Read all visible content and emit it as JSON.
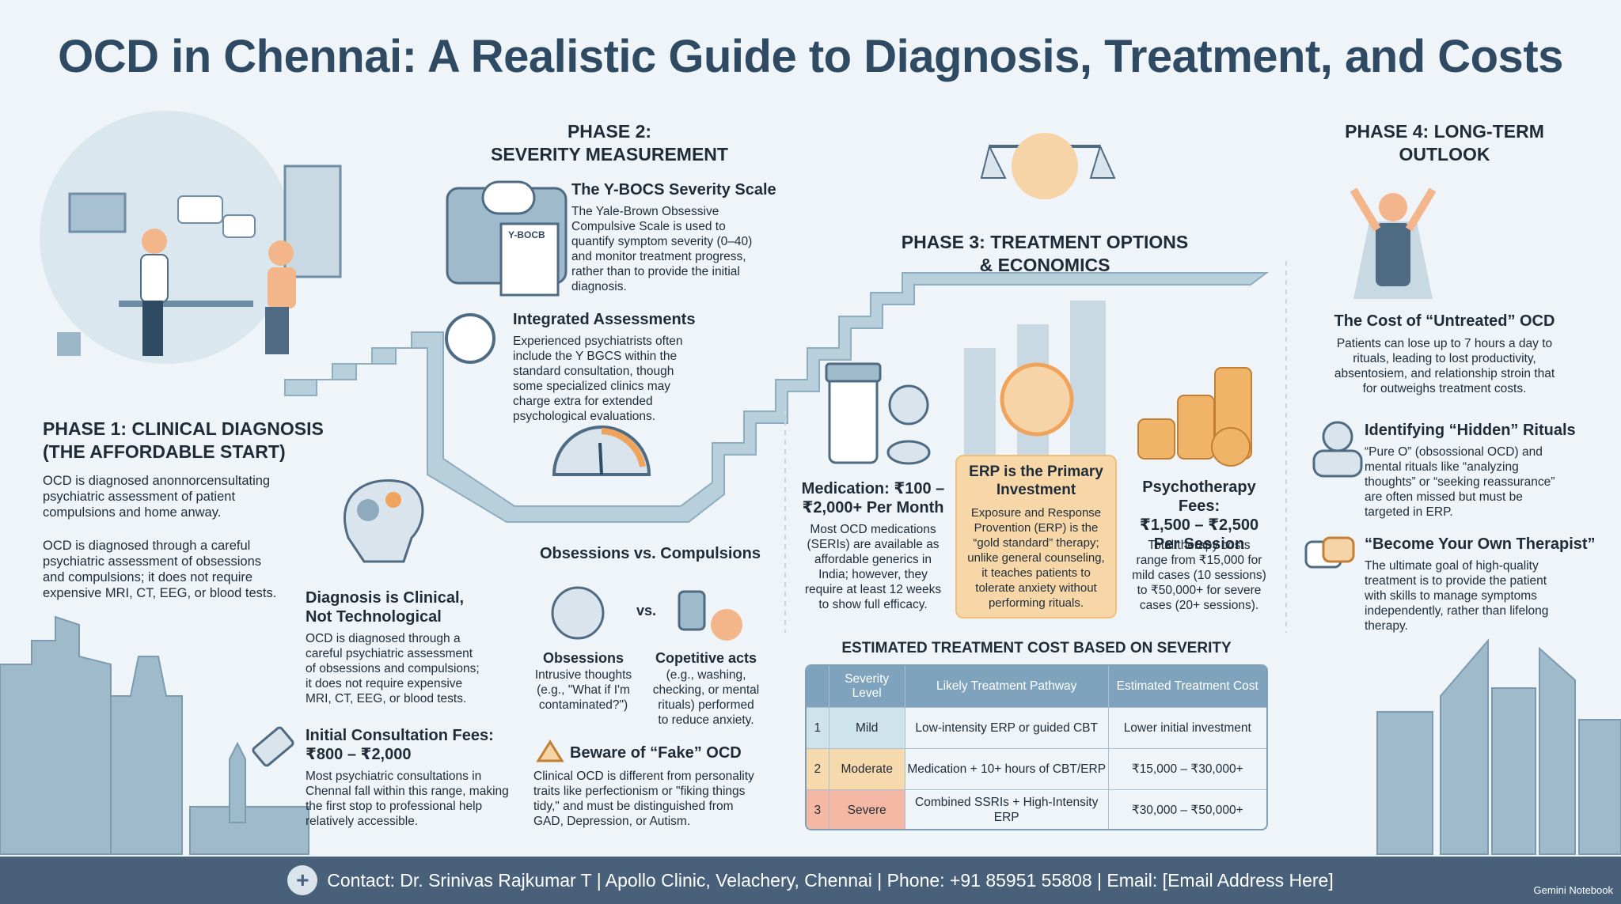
{
  "title": "OCD in Chennai: A Realistic Guide to Diagnosis, Treatment, and Costs",
  "phase1": {
    "heading": [
      "PHASE 1: CLINICAL DIAGNOSIS",
      "(THE AFFORDABLE START)"
    ],
    "p1": [
      "OCD is diagnosed anonnorcensultating",
      "psychiatric assessment of patient",
      "compulsions  and home anway."
    ],
    "p2": [
      "OCD is diagnosed through a careful",
      "psychiatric assessment of obsessions",
      "and compulsions; it does not require",
      "expensive MRI, CT, EEG, or blood tests."
    ],
    "clinical_title": [
      "Diagnosis is Clinical,",
      "Not Technological"
    ],
    "clinical_text": [
      "OCD is diagnosed through a",
      "careful psychiatric assessment",
      "of obsessions and compulsions;",
      "it does not require expensive",
      "MRI, CT, EEG, or blood tests."
    ],
    "fees_title": [
      "Initial Consultation Fees:",
      "₹800 – ₹2,000"
    ],
    "fees_text": [
      "Most psychiatric consultations in",
      "Chennal fall within this range, making",
      "the first stop to professional help",
      "relatively accessible."
    ]
  },
  "phase2": {
    "heading": [
      "PHASE 2:",
      "SEVERITY MEASUREMENT"
    ],
    "ybocs_label": "Y-BOCB",
    "ybocs_title": "The Y-BOCS Severity Scale",
    "ybocs_text": [
      "The Yale-Brown Obsessive",
      "Compulsive Scale is used to",
      "quantify symptom severity (0–40)",
      "and monitor treatment progress,",
      "rather than to provide the initial",
      "diagnosis."
    ],
    "integ_title": "Integrated Assessments",
    "integ_text": [
      "Experienced psychiatrists often",
      "include the Y BGCS within the",
      "standard consultation, though",
      "some specialized clinics may",
      "charge extra for extended",
      "psychological evaluations."
    ]
  },
  "obs": {
    "title": "Obsessions vs. Compulsions",
    "vs": "vs.",
    "left_title": "Obsessions",
    "left_text": [
      "Intrusive thoughts",
      "(e.g., \"What if I'm",
      "contaminated?\")"
    ],
    "right_title": "Copetitive acts",
    "right_text": [
      "(e.g., washing,",
      "checking, or mental",
      "rituals) performed",
      "to reduce anxiety."
    ],
    "beware_title": "Beware of “Fake” OCD",
    "beware_text": [
      "Clinical OCD is different from personality",
      "traits like perfectionism or \"fiking things",
      "tidy,\" and must be distinguished from",
      "GAD, Depression, or Autism."
    ]
  },
  "phase3": {
    "heading": [
      "PHASE 3: TREATMENT OPTIONS",
      "& ECONOMICS"
    ],
    "med_title": [
      "Medication: ₹100 –",
      "₹2,000+ Per Month"
    ],
    "med_text": [
      "Most OCD medications",
      "(SERIs) are available as",
      "affordable generics in",
      "India; however, they",
      "require at least 12 weeks",
      "to show full efficacy."
    ],
    "erp_title": [
      "ERP is the Primary",
      "Investment"
    ],
    "erp_text": [
      "Exposure and Response",
      "Provention (ERP) is the",
      "“gold standard” therapy;",
      "unlike general counseling,",
      "it teaches patients to",
      "tolerate anxiety without",
      "performing rituals."
    ],
    "psy_title": [
      "Psychotherapy Fees:",
      "₹1,500 – ₹2,500",
      "Per Session"
    ],
    "psy_text": [
      "Total therapy costs",
      "range from ₹15,000 for",
      "mild cases (10 sessions)",
      "to ₹50,000+ for severe",
      "cases (20+ sessions)."
    ]
  },
  "cost_table": {
    "heading": "ESTIMATED TREATMENT COST BASED ON SEVERITY",
    "headers": [
      "Severity Level",
      "Likely Treatment Pathway",
      "Estimated Treatment Cost"
    ],
    "rows": [
      {
        "n": "1",
        "level": "Mild",
        "path": "Low-intensity ERP or guided CBT",
        "cost": "Lower initial investment"
      },
      {
        "n": "2",
        "level": "Moderate",
        "path": "Medication + 10+ hours of CBT/ERP",
        "cost": "₹15,000 – ₹30,000+"
      },
      {
        "n": "3",
        "level": "Severe",
        "path": "Combined SSRIs + High-Intensity ERP",
        "cost": "₹30,000 – ₹50,000+"
      }
    ]
  },
  "phase4": {
    "heading": [
      "PHASE 4: LONG-TERM",
      "OUTLOOK"
    ],
    "untreated_title": "The Cost of “Untreated” OCD",
    "untreated_text": [
      "Patients can lose up to 7 hours a day to",
      "rituals, leading to lost productivity,",
      "absentosiem, and relationship stroin that",
      "for outweighs treatment costs."
    ],
    "hidden_title": "Identifying “Hidden” Rituals",
    "hidden_text": [
      "“Pure O” (obsossional OCD) and",
      "mental rituals like “analyzing",
      "thoughts” or “seeking reassurance”",
      "are often missed but must be",
      "targeted in ERP."
    ],
    "own_title": "“Become Your Own Therapist”",
    "own_text": [
      "The ultimate goal of high-quality",
      "treatment is to provide the patient",
      "with skills to manage symptoms",
      "independently, rather than lifelong",
      "therapy."
    ]
  },
  "footer": {
    "contact": "Contact: Dr. Srinivas Rajkumar T | Apollo Clinic, Velachery, Chennai | Phone: +91 85951 55808 | Email: [Email Address Here]",
    "brand": "Gemini Notebook"
  },
  "colors": {
    "title": "#2f4a63",
    "footer_bg": "#48607a",
    "accent_orange": "#f0a35a",
    "steel_blue": "#8fb0c4"
  }
}
